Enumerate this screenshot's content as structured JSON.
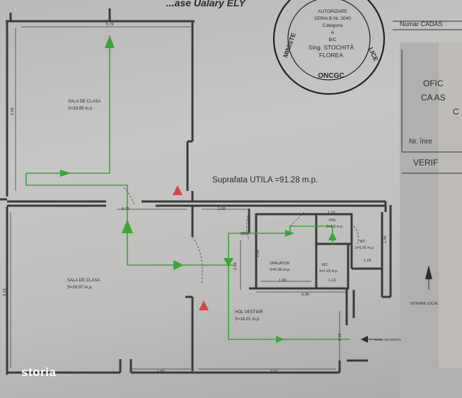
{
  "top_left_handwriting": "...ase Ualary ELY",
  "stamp": {
    "lines": [
      "AUTORIZARE",
      "SERIA B Nr. 2040",
      "Categoria",
      "A",
      "B/C",
      "Sing. STOCHITĂ",
      "FLOREA"
    ],
    "ring_left": "MINISTE",
    "ring_right": "LICE",
    "ring_bottom": "ONCGC"
  },
  "header_right": "Numar CADAS",
  "office_block": {
    "lines": [
      "OFIC",
      "CA AS",
      "C"
    ],
    "nr_line": "Nr. înre",
    "verif_line": "VERIF"
  },
  "total_area": "Suprafata UTILA =91.28 m.p.",
  "rooms": [
    {
      "name": "SALA DE CLASA",
      "area": "S=33.85 m.p."
    },
    {
      "name": "SALA DE CLASA",
      "area": "S=29.97 m.p."
    },
    {
      "name": "HOL VESTIAR",
      "area": "S=18.01 m.p."
    },
    {
      "name": "SPALATOR",
      "area": "S=6.36 m.p."
    },
    {
      "name": "HOL",
      "area": "S=1.9 m.p."
    },
    {
      "name": "WC",
      "area": "S=1.91 m.p."
    },
    {
      "name": "WC",
      "area": "S=1.42 m.p."
    }
  ],
  "dimensions": {
    "top_room_width": "5.79",
    "top_room_height": "5.54",
    "opening": "5.79",
    "lower_room_height": "5.13",
    "hol_left": "1.93",
    "bottom_left": "1.60",
    "bottom_right": "3.27",
    "hol_mid": "3.34",
    "spalator_width": "1.89",
    "spalator_side": "2.04",
    "wc_bottom": "1.13",
    "hol_top": "1.13",
    "wc_side": "1.09",
    "hol_height": "2.48",
    "entrance_width": "2.95",
    "corner": "1.44"
  },
  "labels": {
    "entrance": "INTRARE LOCAL",
    "access": "acces GRADINITA"
  },
  "watermark": "storia",
  "colors": {
    "wall": "#3a3a3a",
    "route": "#3aa63a",
    "warning": "#d63a3a"
  }
}
